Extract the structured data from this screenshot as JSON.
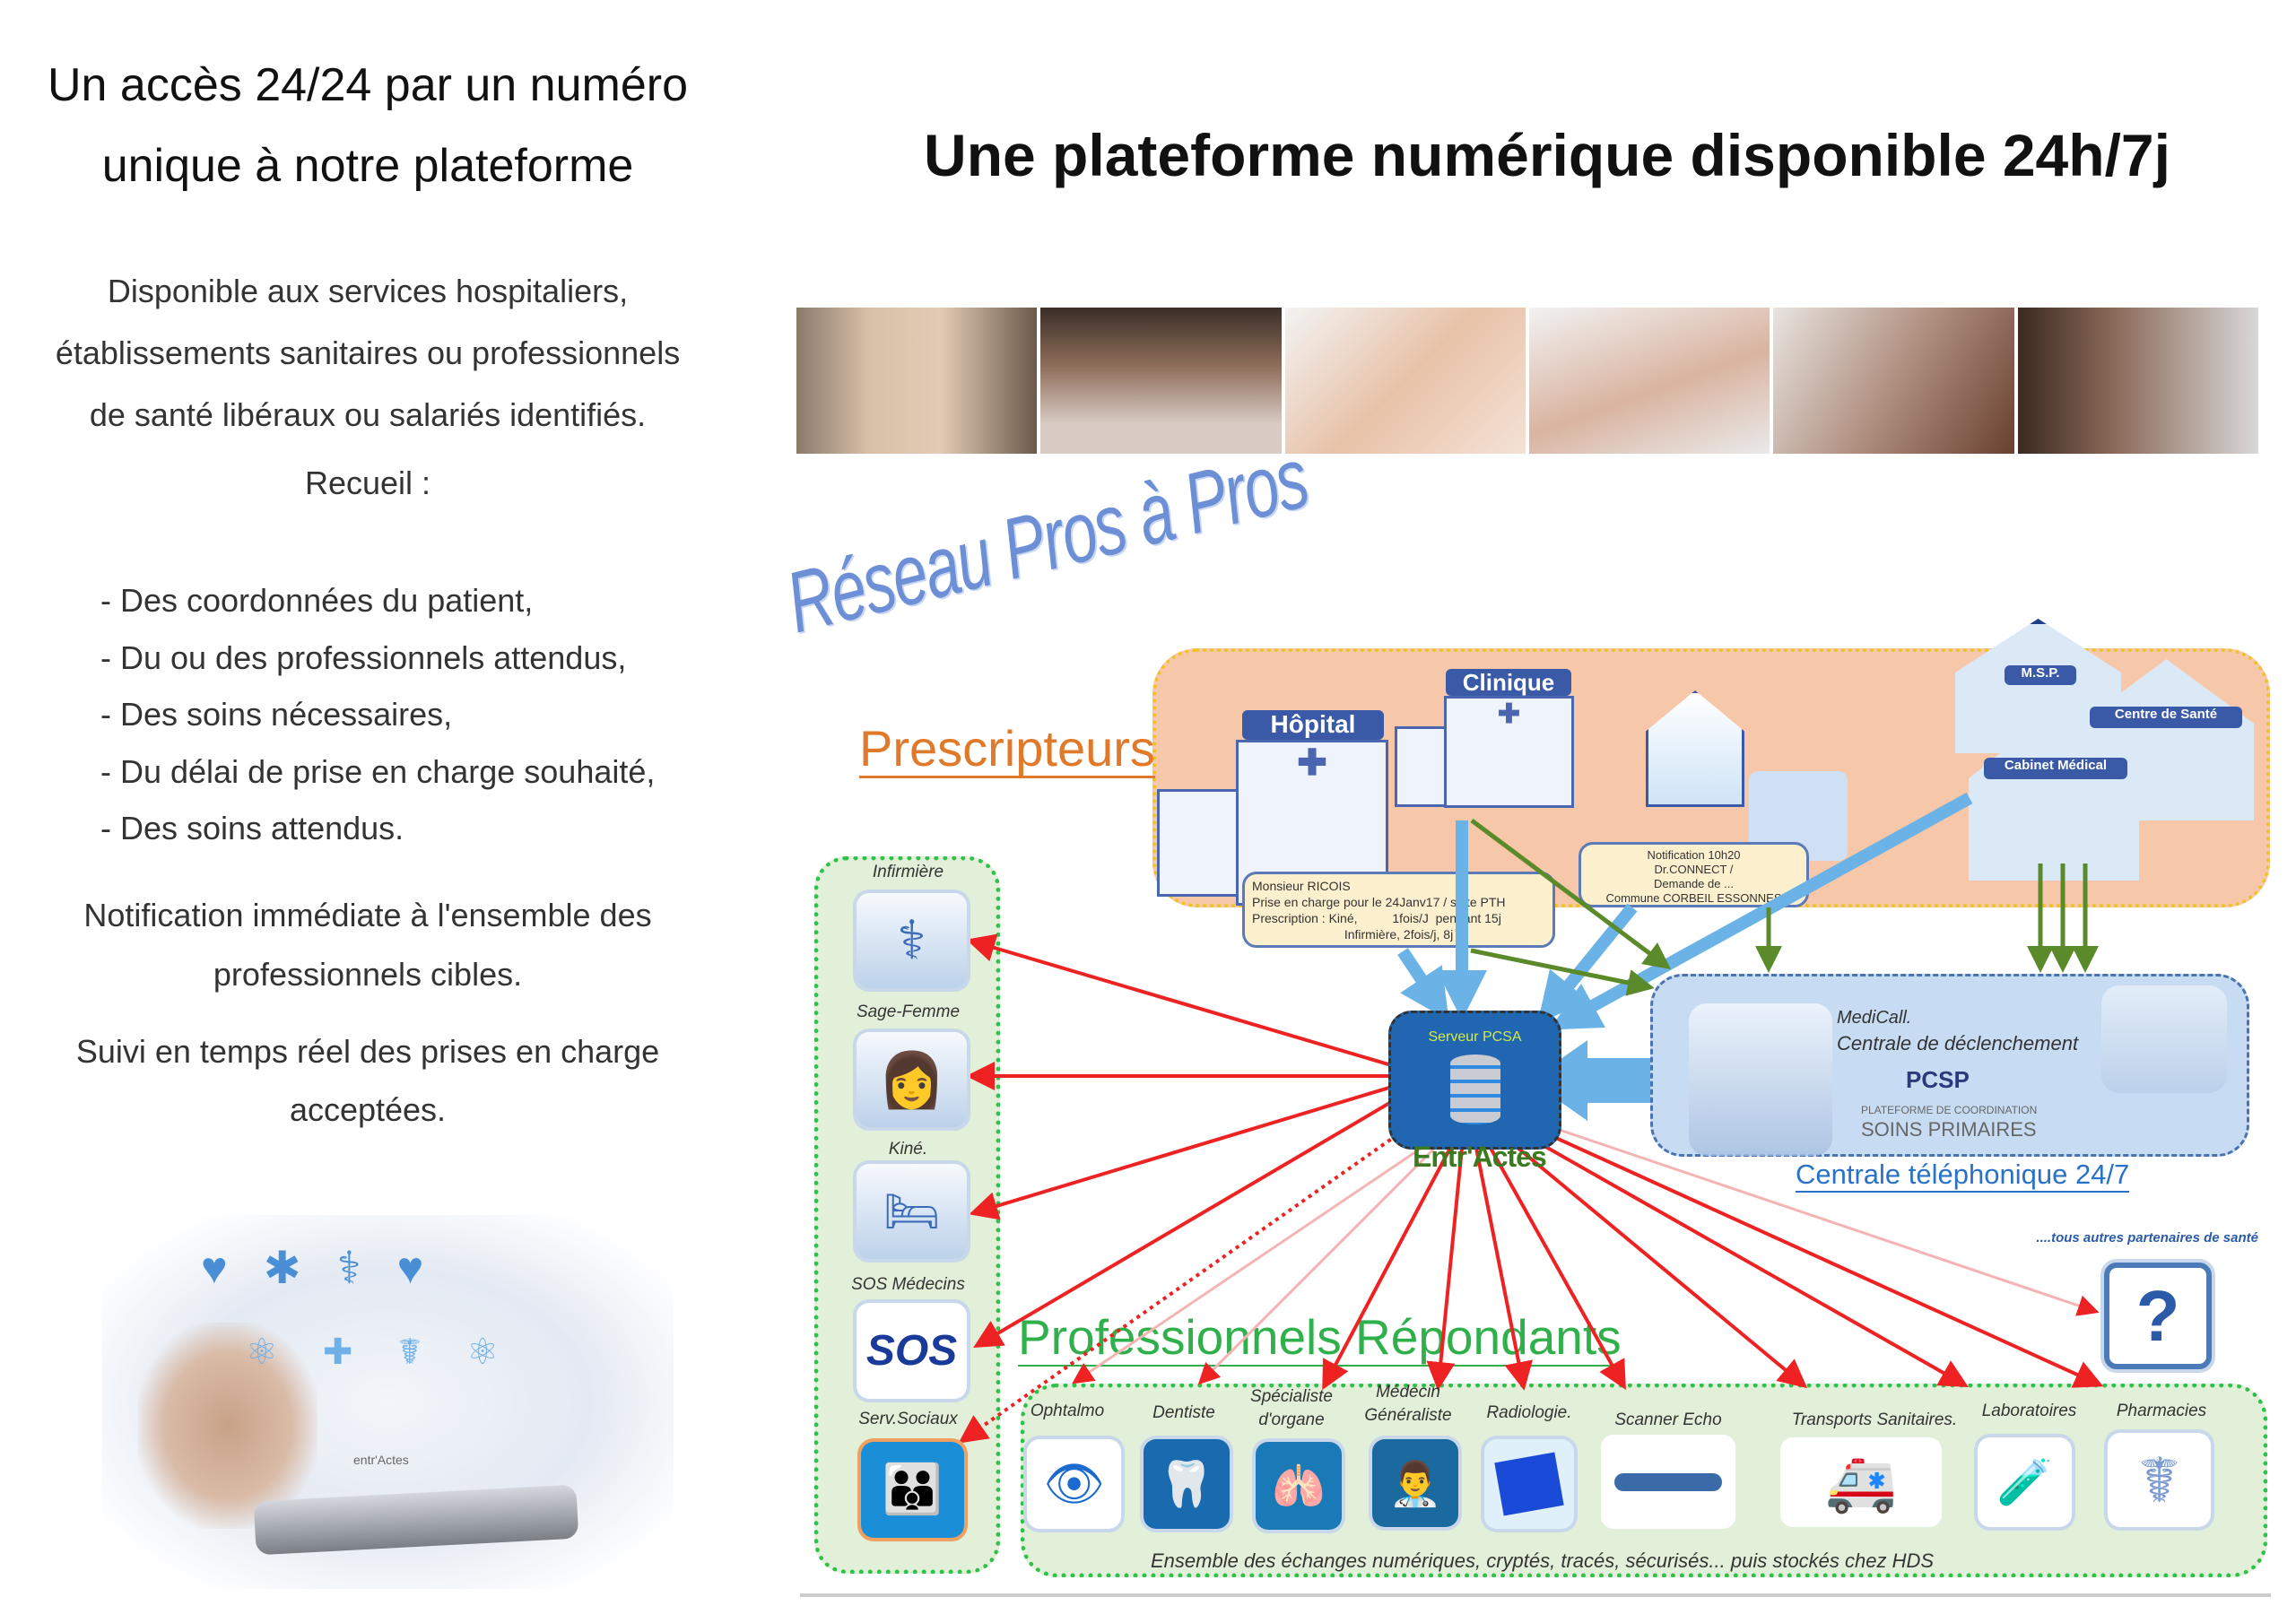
{
  "left": {
    "title_line1": "Un accès 24/24 par un numéro",
    "title_line2": "unique à notre plateforme",
    "intro": [
      "Disponible aux services hospitaliers,",
      "établissements sanitaires ou professionnels",
      "de santé libéraux ou salariés identifiés."
    ],
    "recueil": "Recueil :",
    "bullets": [
      "- Des coordonnées du patient,",
      "- Du ou des professionnels attendus,",
      "- Des soins nécessaires,",
      "- Du délai de prise en charge souhaité,",
      "- Des soins attendus."
    ],
    "notification": [
      "Notification immédiate à l'ensemble des",
      "professionnels cibles."
    ],
    "suivi": [
      "Suivi en temps réel des prises en charge",
      "acceptées."
    ],
    "logo_text": "entr'Actes"
  },
  "main": {
    "title": "Une plateforme numérique disponible 24h/7j",
    "reseau": "Réseau Pros à Pros",
    "prescripteurs": "Prescripteurs",
    "hopital": "Hôpital",
    "clinique": "Clinique",
    "msp": "M.S.P.",
    "centre_sante": "Centre de Santé",
    "cabinet": "Cabinet Médical",
    "note1": [
      "Monsieur RICOIS",
      "Prise en charge pour le 24Janv17 / suite PTH",
      "Prescription : Kiné,          1fois/J  pendant 15j",
      "Infirmière, 2fois/j, 8j"
    ],
    "note2": [
      "Notification 10h20",
      "Dr.CONNECT /",
      "Demande de ...",
      "Commune CORBEIL ESSONNES"
    ],
    "server_label": "Serveur PCSA",
    "entractes": "Entr'Actes",
    "medicall": "MediCall.",
    "centrale_decl": "Centrale de déclenchement",
    "pcsp": "PCSP",
    "pcsp_sub1": "PLATEFORME DE COORDINATION",
    "pcsp_sub2": "SOINS PRIMAIRES",
    "centrale_tel": "Centrale téléphonique 24/7",
    "autres": "....tous autres partenaires de santé",
    "professionnels": "Professionnels Répondants",
    "left_items": [
      "Infirmière",
      "Sage-Femme",
      "Kiné.",
      "SOS Médecins",
      "Serv.Sociaux"
    ],
    "bottom_items": [
      "Ophtalmo",
      "Dentiste",
      "Spécialiste d'organe",
      "Médecin Généraliste",
      "Radiologie.",
      "Scanner Echo",
      "Transports Sanitaires.",
      "Laboratoires",
      "Pharmacies"
    ],
    "footer": "Ensemble des échanges numériques, cryptés, tracés, sécurisés... puis stockés chez HDS",
    "question": "?"
  },
  "colors": {
    "orange": "#e07a2a",
    "green": "#2ec24a",
    "red": "#ee2222",
    "blue": "#6bb3e6"
  }
}
